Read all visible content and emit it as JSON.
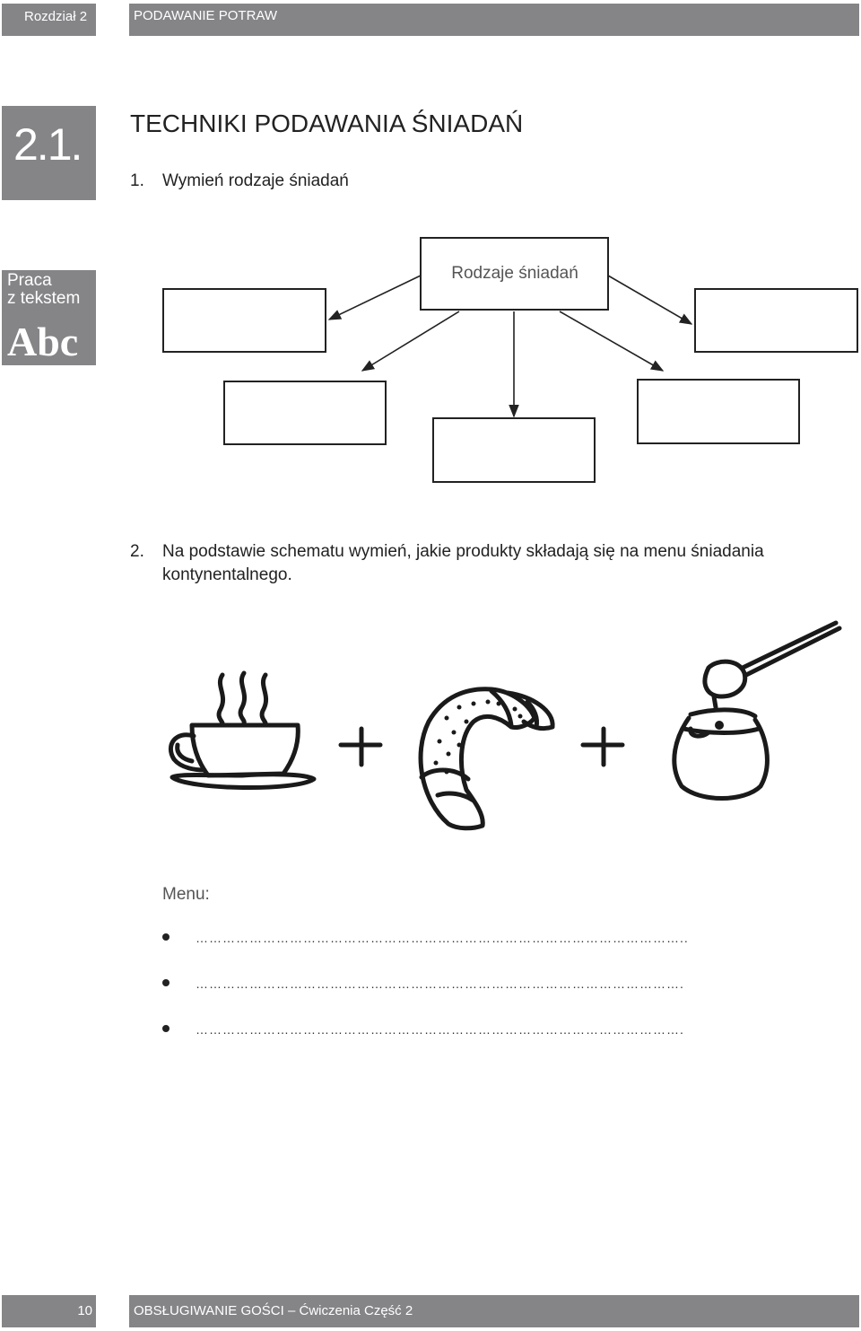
{
  "header": {
    "chapter": "Rozdział 2",
    "section_title": "PODAWANIE POTRAW"
  },
  "section": {
    "number": "2.1.",
    "title": "TECHNIKI PODAWANIA ŚNIADAŃ"
  },
  "question1": {
    "number": "1.",
    "text": "Wymień rodzaje śniadań"
  },
  "badge": {
    "line1": "Praca",
    "line2": "z tekstem",
    "abc": "Abc"
  },
  "diagram": {
    "center_label": "Rodzaje śniadań"
  },
  "question2": {
    "number": "2.",
    "line1": "Na podstawie schematu wymień, jakie produkty składają się na menu śniadania",
    "line2": "kontynentalnego."
  },
  "icons": [
    "coffee-cup-icon",
    "plus-icon",
    "croissant-icon",
    "plus-icon",
    "honey-pot-icon"
  ],
  "menu": {
    "label": "Menu:",
    "lines": [
      "………………………………………………………………………………………………..",
      "……………………………………………………………………………………………….",
      "………………………………………………………………………………………………."
    ]
  },
  "footer": {
    "page_number": "10",
    "book_title": "OBSŁUGIWANIE GOŚCI – Ćwiczenia Część 2"
  }
}
